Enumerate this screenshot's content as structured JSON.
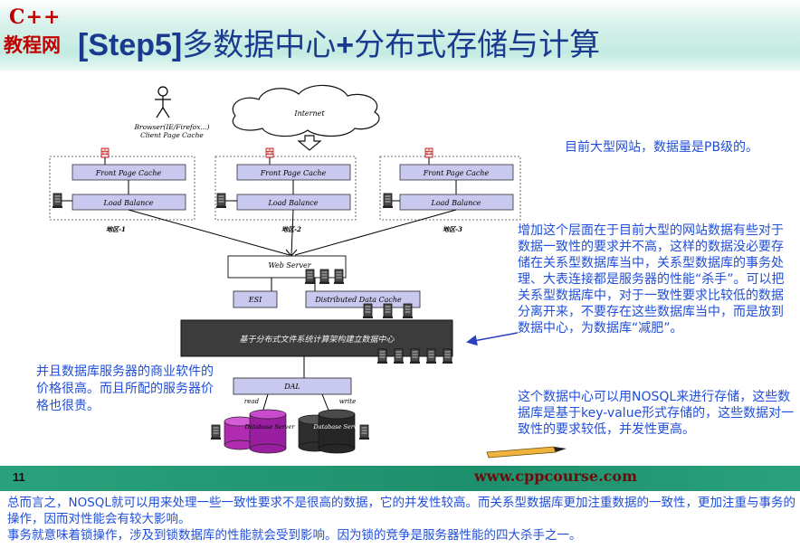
{
  "header": {
    "logo_top": "C++",
    "logo_bottom": "教程网",
    "title_bracket": "[Step5]",
    "title_text": "多数据中心",
    "title_plus": "+",
    "title_rest": "分布式存储与计算"
  },
  "diagram": {
    "browser_label": "Browser(IE/Firefox...)",
    "client_cache_label": "Client Page Cache",
    "internet_label": "Internet",
    "regions": [
      {
        "front_cache": "Front Page Cache",
        "load_balance": "Load Balance",
        "region_label": "地区-1"
      },
      {
        "front_cache": "Front Page Cache",
        "load_balance": "Load Balance",
        "region_label": "地区-2"
      },
      {
        "front_cache": "Front Page Cache",
        "load_balance": "Load Balance",
        "region_label": "地区-3"
      }
    ],
    "web_server": "Web Server",
    "esi": "ESI",
    "distributed_cache": "Distributed Data Cache",
    "datacenter": "基于分布式文件系统计算架构建立数据中心",
    "dal": "DAL",
    "read": "read",
    "write": "write",
    "database_server": "Database Server"
  },
  "notes": {
    "pb_size": "目前大型网站，数据量是PB级的。",
    "layer_reason": "增加这个层面在于目前大型的网站数据有些对于数据一致性的要求并不高，这样的数据没必要存储在关系型数据库当中，关系型数据库的事务处理、大表连接都是服务器的性能“杀手”。可以把关系型数据库中，对于一致性要求比较低的数据分离开来，不要存在这些数据库当中，而是放到数据中心，为数据库“减肥”。",
    "nosql": "这个数据中心可以用NOSQL来进行存储，这些数据库是基于key-value形式存储的，这些数据对一致性的要求较低，并发性更高。",
    "server_price": "并且数据库服务器的商业软件的价格很高。而且所配的服务器价格也很贵。"
  },
  "footer": {
    "page_number": "11",
    "site_url": "www.cppcourse.com"
  },
  "caption": {
    "line1": "总而言之，NOSQL就可以用来处理一些一致性要求不是很高的数据，它的并发性较高。而关系型数据库更加注重数据的一致性，更加注重与事务的操作，因而对性能会有较大影响。",
    "line2": "事务就意味着锁操作，涉及到锁数据库的性能就会受到影响。因为锁的竞争是服务器性能的四大杀手之一。"
  },
  "colors": {
    "title": "#1a3a8f",
    "note_text": "#1f4ed8",
    "logo": "#c00000",
    "footer_band": "#1e8f6c",
    "url": "#6b0d0d",
    "datacenter_fill": "#3c3c3c",
    "box_fill": "#c9c9ef"
  }
}
